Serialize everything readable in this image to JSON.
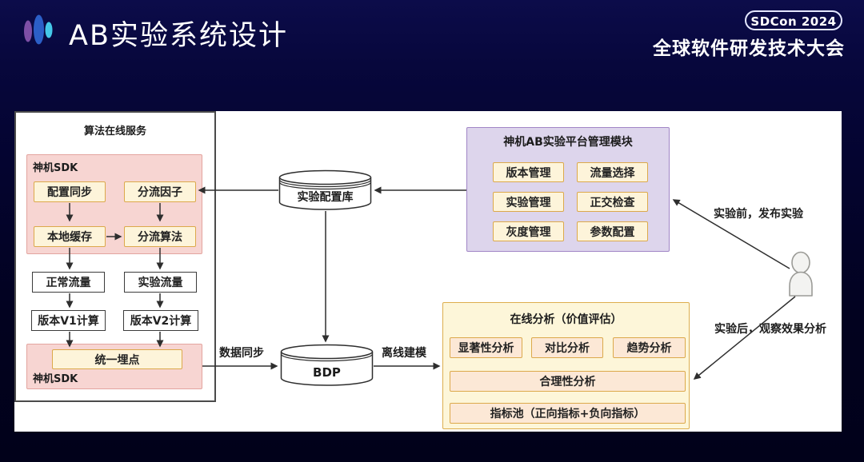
{
  "header": {
    "title": "AB实验系统设计",
    "badge": "SDCon 2024",
    "conference": "全球软件研发技术大会"
  },
  "algo": {
    "title": "算法在线服务",
    "sdk_top_label": "神机SDK",
    "sdk_items": [
      "配置同步",
      "分流因子",
      "本地缓存",
      "分流算法"
    ],
    "flow_items": [
      "正常流量",
      "实验流量",
      "版本V1计算",
      "版本V2计算"
    ],
    "sdk_bottom_label": "神机SDK",
    "unified_tracking": "统一埋点"
  },
  "databases": {
    "config_db": "实验配置库",
    "bdp": "BDP"
  },
  "mgmt": {
    "title": "神机AB实验平台管理模块",
    "items": [
      "版本管理",
      "流量选择",
      "实验管理",
      "正交检查",
      "灰度管理",
      "参数配置"
    ]
  },
  "analysis": {
    "title": "在线分析（价值评估）",
    "items": [
      "显著性分析",
      "对比分析",
      "趋势分析"
    ],
    "rationality": "合理性分析",
    "metric_pool": "指标池（正向指标+负向指标）"
  },
  "edges": {
    "data_sync": "数据同步",
    "offline_modeling": "离线建模",
    "before_experiment": "实验前，发布实验",
    "after_experiment": "实验后，观察效果分析"
  },
  "icons": {
    "logo": "logo-icon",
    "person": "person-icon",
    "config_db_cylinder": "database-cylinder-icon",
    "bdp_cylinder": "database-cylinder-icon"
  },
  "colors": {
    "background_navy": "#04042e",
    "panel_white": "#ffffff",
    "pink_fill": "#f7d5d2",
    "pink_border": "#e3a49f",
    "cream_fill": "#fdf4da",
    "cream_border": "#dca94b",
    "peach_fill": "#fce8d6",
    "purple_fill": "#ddd5ec",
    "purple_border": "#a186c6",
    "yellow_fill": "#fdf6d9",
    "yellow_border": "#ddae4e",
    "arrow": "#2e2e2e",
    "logo_purple": "#7d4fa6",
    "logo_blue": "#2b5fc7",
    "logo_cyan": "#45c8e8"
  }
}
